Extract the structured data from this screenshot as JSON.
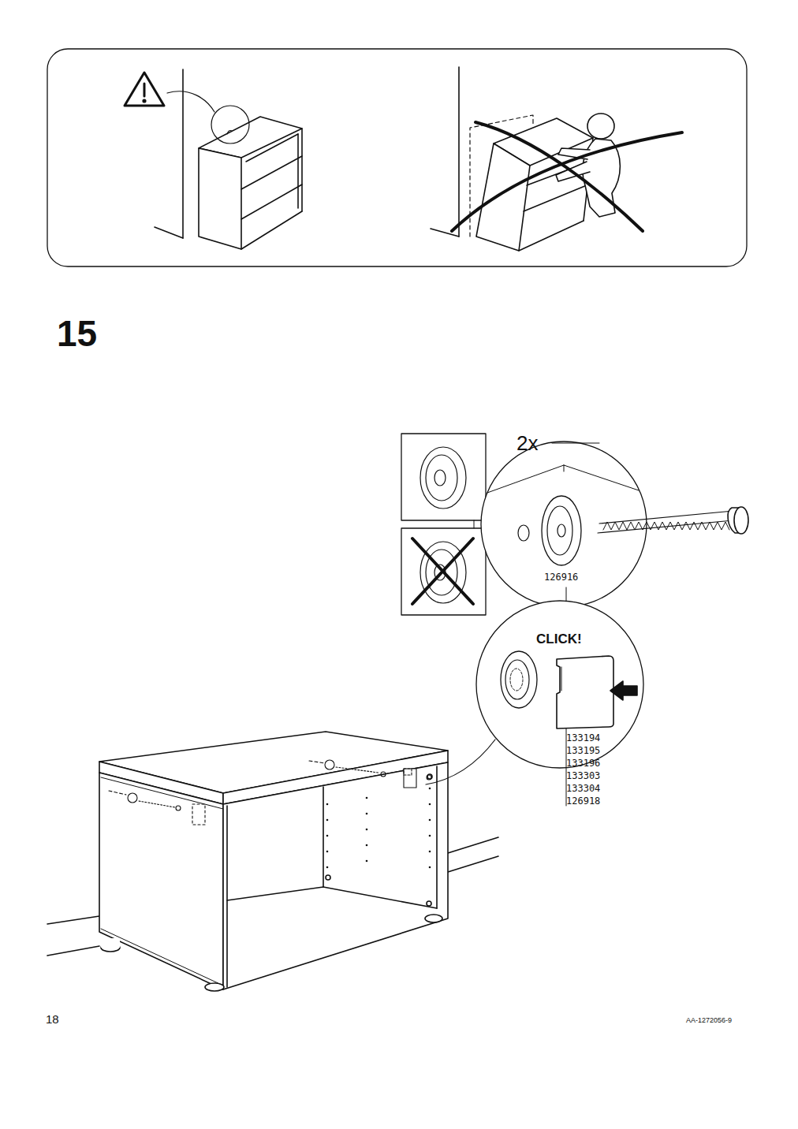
{
  "diagram": {
    "labels": [
      "15",
      "2x",
      "126916",
      "CLICK!",
      "133194",
      "133195",
      "133196",
      "133303",
      "133304",
      "126918",
      "18",
      "AA-1272056-9"
    ]
  }
}
